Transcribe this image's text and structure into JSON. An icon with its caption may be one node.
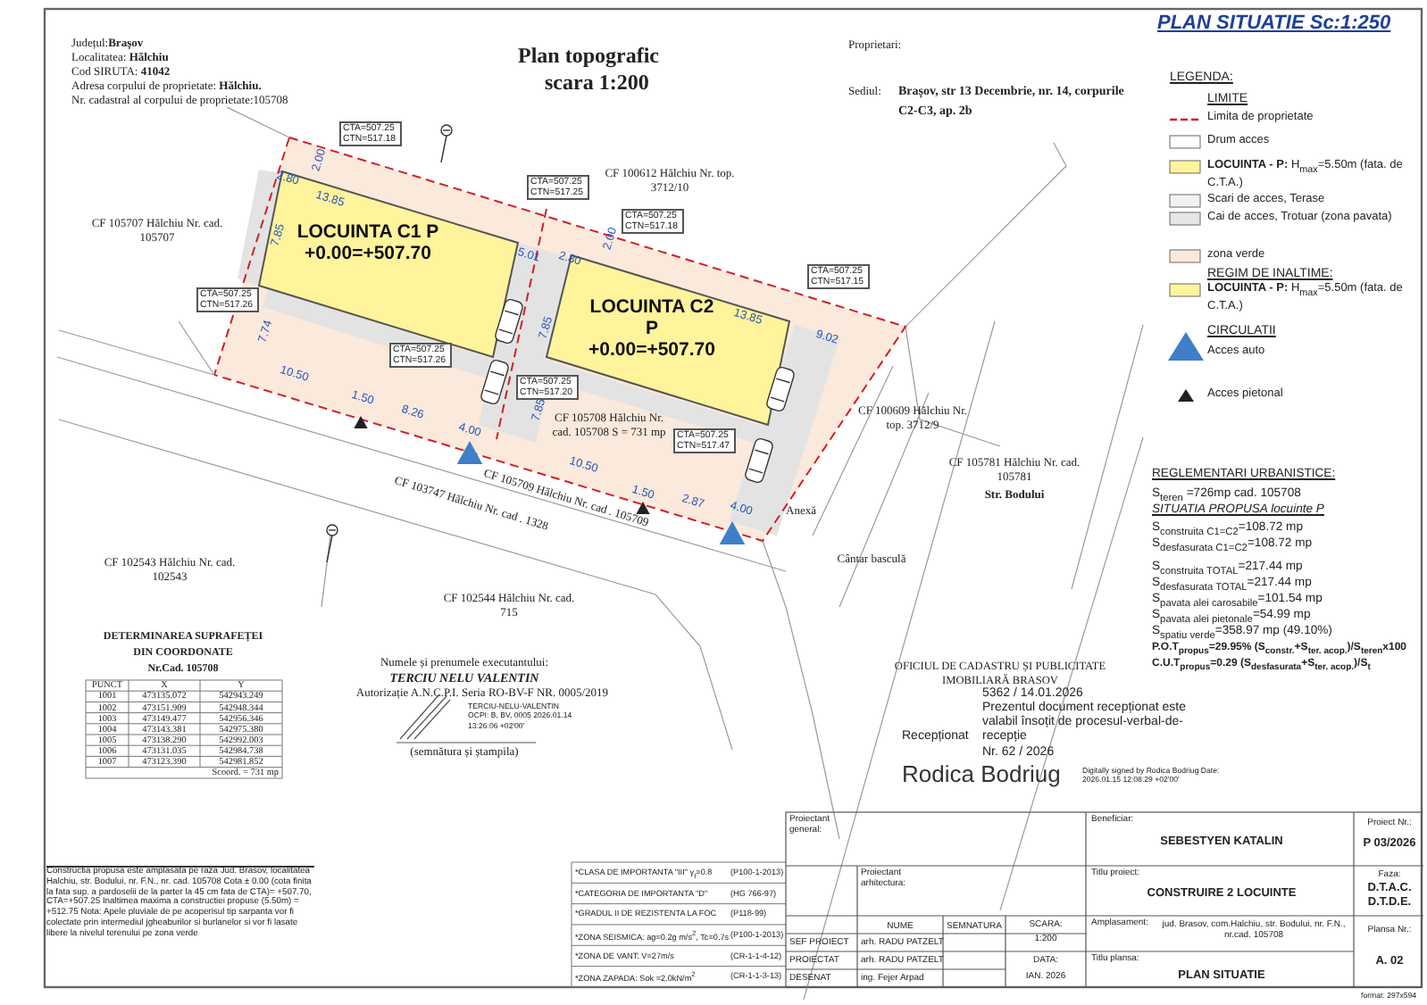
{
  "diagram": {
    "title": "PLAN SITUATIE Sc:1:250",
    "nodes": [
      {
        "text": [
          "CF 105708 Hălchiu Nr. cad. 105708 S = 731 mp"
        ]
      },
      {
        "text": [
          "LOCUINTA C1 P +0.00=+507.70"
        ],
        "in": 0
      },
      {
        "text": [
          "LOCUINTA C2 P +0.00=+507.70"
        ],
        "in": 0
      },
      {
        "text": [
          "CTA=507.25 CTN=517.18"
        ]
      },
      {
        "text": [
          "CTA=507.25 CTN=517.25"
        ]
      },
      {
        "text": [
          "CTA=507.25 CTN=517.18"
        ]
      },
      {
        "text": [
          "CTA=507.25 CTN=517.15"
        ]
      },
      {
        "text": [
          "CTA=507.25 CTN=517.26"
        ]
      },
      {
        "text": [
          "CTA=507.25 CTN=517.26"
        ],
        "in": 0
      },
      {
        "text": [
          "CTA=507.25 CTN=517.20"
        ],
        "in": 0
      },
      {
        "text": [
          "CTA=507.25 CTN=517.47"
        ],
        "in": 0
      }
    ],
    "labels": [
      "Județul:**Brașov**",
      "Localitatea: **Hălchiu**",
      "Cod SIRUTA: **41042**",
      "Adresa corpului de proprietate: **Hălchiu.**",
      "Nr. cadastral al corpului de proprietate:105708",
      "Plan topografic",
      "scara 1:200",
      "Proprietari:",
      "Sediul:",
      "Brașov, str 13 Decembrie, nr. 14, corpurile C2-C3, ap. 2b",
      "LEGENDA:",
      "LIMITE",
      "REGIM DE INALTIME:",
      "CIRCULATII",
      "CF 105707 Hălchiu Nr. cad. 105707",
      "CF 100612 Hălchiu Nr. top. 3712/10",
      "CF 100609 Hălchiu Nr. top. 3712/9",
      "CF 105781 Hălchiu Nr. cad. 105781",
      "Str. Bodului",
      "CF 105709 Hălchiu Nr. cad . 105709",
      "CF 103747 Hălchiu Nr. cad . 1328",
      "CF 102543 Hălchiu Nr. cad. 102543",
      "CF 102544 Hălchiu Nr. cad. 715",
      "Anexă",
      "Cântar basculă",
      "2.00",
      "2.80",
      "13.85",
      "7.85",
      "2.00",
      "5.01",
      "2.80",
      "13.85",
      "7.74",
      "7.85",
      "9.02",
      "10.50",
      "1.50",
      "8.26",
      "7.85",
      "4.00",
      "10.50",
      "1.50",
      "2.87",
      "4.00",
      "REGLEMENTARI URBANISTICE:",
      "S$_{teren}$ =726mp cad. 105708",
      "SITUATIA PROPUSA locuinte P",
      "S$_{construita C1=C2}$=108.72 mp",
      "S$_{desfasurata C1=C2}$=108.72 mp",
      "S$_{construita TOTAL}$=217.44 mp",
      "S$_{desfasurata TOTAL}$=217.44 mp",
      "S$_{pavata alei carosabile}$=101.54 mp",
      "S$_{pavata alei pietonale}$=54.99 mp",
      "S$_{spatiu verde}$=358.97 mp (49.10%)",
      "P.O.T$_{propus}$=29.95% (S$_{constr.}$+S$_{ter. acop.}$)/S$_{teren}$x100",
      "C.U.T$_{propus}$=0.29 (S$_{desfasurata}$+S$_{ter. acop.}$)/S$_{t}$",
      "DETERMINAREA SUPRAFEȚEI",
      "DIN COORDONATE",
      "Nr.Cad. 105708",
      "PUNCT",
      "X",
      "Y",
      "1001",
      "473135.072",
      "542943.249",
      "1002",
      "473151.909",
      "542948.344",
      "1003",
      "473149.477",
      "542956.346",
      "1004",
      "473143.381",
      "542975.380",
      "1005",
      "473138.290",
      "542992.003",
      "1006",
      "473131.035",
      "542984.738",
      "1007",
      "473123.390",
      "542981.852",
      "Scoord. = 731 mp",
      "Numele și prenumele executantului:",
      "TERCIU NELU VALENTIN",
      "Autorizație A.N.C.P.I. Seria RO-BV-F NR. 0005/2019",
      "TERCIU-NELU-VALENTIN OCPI: B, BV, 0005 2026.01.14 13:26:06 +02'00'",
      "(semnătura și ștampila)",
      "OFICIUL DE CADASTRU ȘI PUBLICITATE",
      "IMOBILIARĂ BRASOV",
      "5362 / 14.01.2026",
      "Prezentul document recepționat este valabil însoțit de procesul-verbal-de-recepție",
      "Recepționat",
      "Nr. 62 / 2026",
      "Rodica Bodriug",
      "Digitally signed by Rodica Bodriug Date: 2026.01.15 12:08:29 +02'00'",
      "Constructia propusa este amplasata pe raza Jud. Brasov, localitatea Halchiu, str. Bodului, nr. F.N., nr. cad. 105708 Cota ± 0.00 (cota finita la fata sup. a pardoselii de la parter la 45 cm fata de CTA)= +507.70, CTA=+507.25 Inaltimea maxima a constructiei propuse (5.50m) = +512.75 Nota: Apele pluviale de pe acoperisul tip sarpanta vor fi colectate prin intermediul jgheaburilor si burlanelor si vor fi lasate libere la nivelul terenului pe zona verde",
      "*CLASA DE IMPORTANTA \"III\" γ$_{I}$=0.8",
      "(P100-1-2013)",
      "*CATEGORIA DE IMPORTANTA \"D\"",
      "(HG 766-97)",
      "*GRADUL II DE REZISTENTA LA FOC",
      "(P118-99)",
      "*ZONA SEISMICA: ag=0.2g m/s$^{2}$, Tc=0.7s",
      "(P100-1-2013)",
      "*ZONA DE VANT: V=27m/s",
      "(CR-1-1-4-12)",
      "*ZONA ZAPADA: Sok =2.0kN/m$^{2}$",
      "(CR-1-1-3-13)",
      "Proiectant general:",
      "Proiectant arhitectura:",
      "NUME",
      "SEMNATURA",
      "SCARA:",
      "1:200",
      "SEF PROIECT",
      "arh. RADU PATZELT",
      "PROIECTAT",
      "arh. RADU PATZELT",
      "DESENAT",
      "ing. Fejer Arpad",
      "DATA:",
      "IAN. 2026",
      "Beneficiar:",
      "SEBESTYEN KATALIN",
      "Titlu proiect:",
      "CONSTRUIRE 2 LOCUINTE",
      "Amplasament:",
      "jud. Brasov, com.Halchiu, str. Bodului, nr. F.N., nr.cad. 105708",
      "Titlu plansa:",
      "PLAN SITUATIE",
      "Proiect Nr.:",
      "P 03/2026",
      "Faza:",
      "D.T.A.C. D.T.D.E.",
      "Plansa Nr.:",
      "A. 02",
      "format: 297x594"
    ],
    "legend": [
      {
        "text": "Limita de proprietate"
      },
      {
        "text": "Drum acces",
        "color": "#ffffff"
      },
      {
        "text": "**LOCUINTA - P:** H$_{max}$=5.50m (fata. de C.T.A.)",
        "color": "#fff39b"
      },
      {
        "text": "Scari de acces, Terase",
        "color": "#f2f2f2"
      },
      {
        "text": "Cai de acces, Trotuar (zona pavata)",
        "color": "#e6e6e6"
      },
      {
        "text": "zona verde",
        "color": "#fbe9dc"
      },
      {
        "text": "**LOCUINTA - P:** H$_{max}$=5.50m (fata. de C.T.A.)",
        "color": "#fff39b"
      },
      {
        "text": "Acces auto"
      },
      {
        "text": "Acces pietonal"
      }
    ]
  }
}
